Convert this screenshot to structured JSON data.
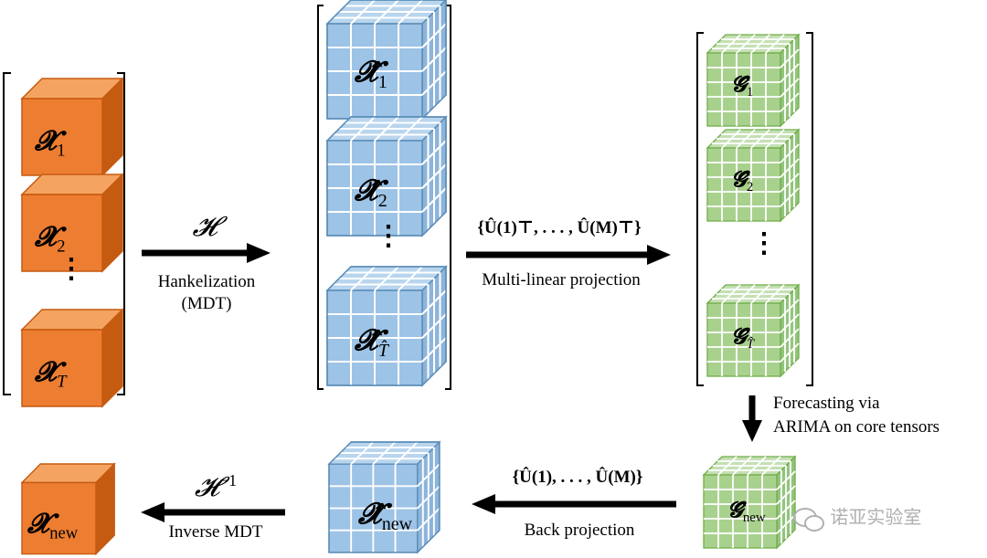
{
  "arrows": {
    "hankel_symbol": "𝓗",
    "hankel_label_1": "Hankelization",
    "hankel_label_2": "(MDT)",
    "projection_formula": "{Û(1)⊤, . . . , Û(M)⊤}",
    "projection_label": "Multi-linear projection",
    "forecast_label_1": "Forecasting via",
    "forecast_label_2": "ARIMA on core tensors",
    "back_formula": "{Û(1), . . . , Û(M)}",
    "back_label": "Back projection",
    "inverse_symbol": "𝓗",
    "inverse_sup": "−1",
    "inverse_label": "Inverse MDT"
  },
  "input_tensors": {
    "symbol": "𝓧",
    "subs": [
      "1",
      "2",
      "T"
    ]
  },
  "hankel_tensors": {
    "symbol": "𝓧̂",
    "subs": [
      "1",
      "2",
      "T̂"
    ]
  },
  "core_tensors": {
    "symbol": "𝓖̂",
    "subs": [
      "1",
      "2",
      "T̂"
    ]
  },
  "new_core": {
    "symbol": "𝓖̂",
    "sub": "new"
  },
  "new_hankel": {
    "symbol": "𝓧̂",
    "sub": "new"
  },
  "output": {
    "symbol": "𝓧",
    "sub": "new"
  },
  "ellipsis": "⋮",
  "watermark": "诺亚实验室",
  "colors": {
    "orange": "#ED7D31",
    "blue": "#9DC3E6",
    "green": "#A9D18E"
  }
}
